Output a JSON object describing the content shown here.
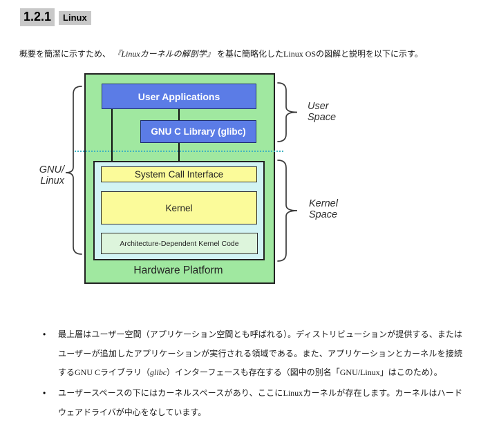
{
  "colors": {
    "chip_gray": "#c8c8c8",
    "outer_green": "#a0e8a0",
    "box_blue": "#5b7ce6",
    "box_yellow": "#fbfb9a",
    "inner_cyan": "#d2f4f4",
    "arch_green": "#ddf5dc",
    "divider_teal": "#3fb3bf"
  },
  "heading": {
    "number": "1.2.1",
    "title": "Linux"
  },
  "intro": {
    "segments": [
      {
        "t": "概要を簡潔に示すため、 ",
        "s": "jp"
      },
      {
        "t": "『Linuxカーネルの解剖学』",
        "s": "italic"
      },
      {
        "t": " を基に簡略化した",
        "s": "jp"
      },
      {
        "t": "Linux OS",
        "s": "latin"
      },
      {
        "t": "の図解と説明を以下に示す。",
        "s": "jp"
      }
    ]
  },
  "diagram": {
    "boxes": {
      "user_applications": "User Applications",
      "gnu_c_library": "GNU C Library (glibc)",
      "system_call_interface": "System Call Interface",
      "kernel": "Kernel",
      "arch_dependent": "Architecture-Dependent Kernel Code",
      "hardware_platform": "Hardware Platform"
    },
    "labels": {
      "gnu_linux": [
        "GNU/",
        "Linux"
      ],
      "user_space": [
        "User",
        "Space"
      ],
      "kernel_space": [
        "Kernel",
        "Space"
      ]
    }
  },
  "bullets": {
    "marker": "•",
    "items": [
      {
        "segments": [
          {
            "t": "最上層はユーザー空間（アプリケーション空間とも呼ばれる）。ディストリビューションが提供する、またはユーザーが追加したアプリケーションが実行される領域である。また、アプリケーションとカーネルを接続する",
            "s": "jp"
          },
          {
            "t": "GNU C",
            "s": "latin"
          },
          {
            "t": "ライブラリ（",
            "s": "jp"
          },
          {
            "t": "glibc",
            "s": "italic"
          },
          {
            "t": "）インターフェースも存在する（図中の別名「",
            "s": "jp"
          },
          {
            "t": "GNU/Linux",
            "s": "latin"
          },
          {
            "t": "」はこのため）。",
            "s": "jp"
          }
        ]
      },
      {
        "segments": [
          {
            "t": "ユーザースペースの下にはカーネルスペースがあり、ここに",
            "s": "jp"
          },
          {
            "t": "Linux",
            "s": "latin"
          },
          {
            "t": "カーネルが存在します。カーネルはハードウェアドライバが中心をなしています。",
            "s": "jp"
          }
        ]
      }
    ]
  }
}
